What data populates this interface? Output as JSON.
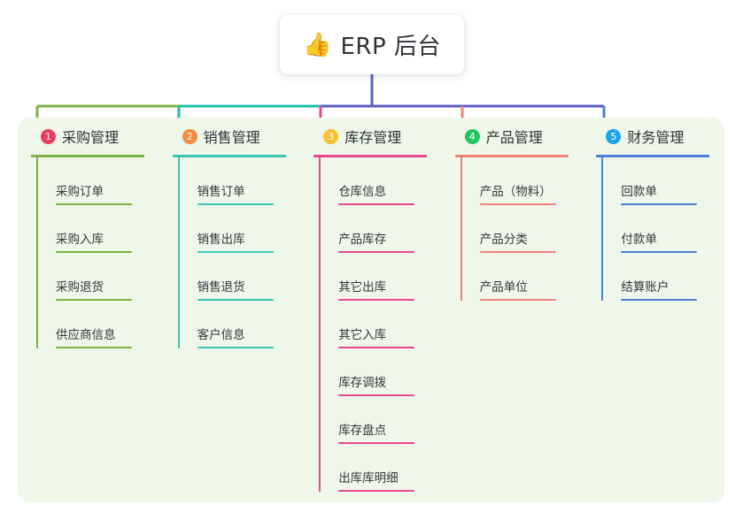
{
  "root": {
    "icon": "thumbs-up-icon",
    "icon_glyph": "👍",
    "title": "ERP 后台"
  },
  "panel": {
    "background_color": "#eef7e9"
  },
  "connector": {
    "stem_color": "#5a5fc7",
    "segment_colors": [
      "#7cb342",
      "#1bbfa7",
      "#5a5fc7",
      "#5a5fc7",
      "#5a5fc7"
    ],
    "drop_colors": [
      "#7cb342",
      "#1bbfa7",
      "#e8478f",
      "#f08177",
      "#4a80d8"
    ]
  },
  "columns": [
    {
      "number": "1",
      "badge_color": "#ef3b5b",
      "line_color": "#7cb342",
      "title": "采购管理",
      "items": [
        {
          "label": "采购订单"
        },
        {
          "label": "采购入库"
        },
        {
          "label": "采购退货"
        },
        {
          "label": "供应商信息"
        }
      ]
    },
    {
      "number": "2",
      "badge_color": "#f5883c",
      "line_color": "#3ec6b4",
      "title": "销售管理",
      "items": [
        {
          "label": "销售订单"
        },
        {
          "label": "销售出库"
        },
        {
          "label": "销售退货"
        },
        {
          "label": "客户信息"
        }
      ]
    },
    {
      "number": "3",
      "badge_color": "#fbc02d",
      "line_color": "#e8478f",
      "title": "库存管理",
      "items": [
        {
          "label": "仓库信息"
        },
        {
          "label": "产品库存"
        },
        {
          "label": "其它出库"
        },
        {
          "label": "其它入库"
        },
        {
          "label": "库存调拨"
        },
        {
          "label": "库存盘点"
        },
        {
          "label": "出库库明细"
        }
      ]
    },
    {
      "number": "4",
      "badge_color": "#22c55e",
      "line_color": "#f08177",
      "title": "产品管理",
      "items": [
        {
          "label": "产品（物料）"
        },
        {
          "label": "产品分类"
        },
        {
          "label": "产品单位"
        }
      ]
    },
    {
      "number": "5",
      "badge_color": "#17a6e8",
      "line_color": "#4a80d8",
      "title": "财务管理",
      "items": [
        {
          "label": "回款单"
        },
        {
          "label": "付款单"
        },
        {
          "label": "结算账户"
        }
      ]
    }
  ]
}
